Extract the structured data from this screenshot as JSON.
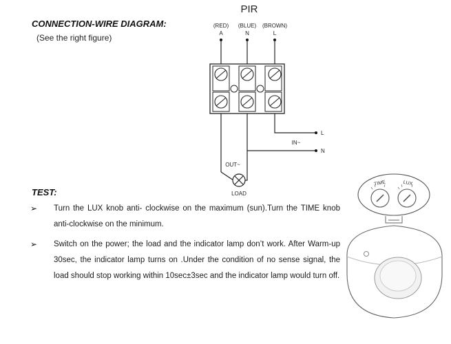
{
  "heading": {
    "connection_title": "CONNECTION-WIRE DIAGRAM:",
    "connection_note": "(See the right figure)",
    "test_title": "TEST:"
  },
  "diagram": {
    "title": "PIR",
    "wire_colors": [
      "(RED)",
      "(BLUE)",
      "(BROWN)"
    ],
    "terminals": [
      "A",
      "N",
      "L"
    ],
    "line_in_label": "IN~",
    "line_out_label": "OUT~",
    "supply_l": "L",
    "supply_n": "N",
    "load_label": "LOAD"
  },
  "test_steps": [
    {
      "marker": "➢",
      "text": "Turn the LUX knob anti- clockwise on the maximum (sun).Turn the TIME knob anti-clockwise on the minimum."
    },
    {
      "marker": "➢",
      "text": "Switch on the power; the load and the indicator lamp don’t work. After Warm-up 30sec, the indicator lamp turns on .Under the condition of no sense signal, the load should stop working within 10sec±3sec and the indicator lamp would turn off."
    }
  ],
  "sensor": {
    "time_label": "TIME",
    "lux_label": "LUX"
  }
}
